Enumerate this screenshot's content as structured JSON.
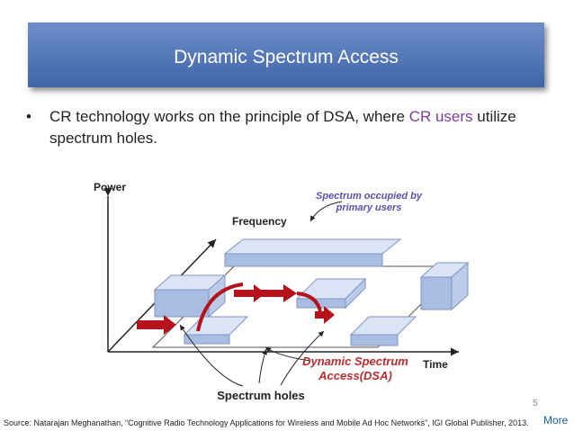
{
  "slide": {
    "title": "Dynamic Spectrum Access",
    "bullet": {
      "before": "CR technology works on the principle of DSA, where ",
      "highlight": "CR users",
      "after": " utilize spectrum holes."
    },
    "page_number": "5",
    "source": "Source: Natarajan Meghanathan, “Cognitive Radio Technology Applications for Wireless and Mobile Ad Hoc Networks”, IGI Global Publisher, 2013.",
    "more_link": "More"
  },
  "figure": {
    "axis_power": "Power",
    "axis_frequency": "Frequency",
    "axis_time": "Time",
    "label_occupied": [
      "Spectrum occupied by",
      "primary users"
    ],
    "label_dsa": [
      "Dynamic Spectrum",
      "Access(DSA)"
    ],
    "label_holes": "Spectrum holes"
  },
  "colors": {
    "title_bar": "#4f74b8",
    "block_top": "#dbe4f5",
    "block_front": "#a9bde2",
    "arrow_red": "#b5121b",
    "occupied_label": "#5a4fb0",
    "dsa_label": "#c0282e"
  }
}
